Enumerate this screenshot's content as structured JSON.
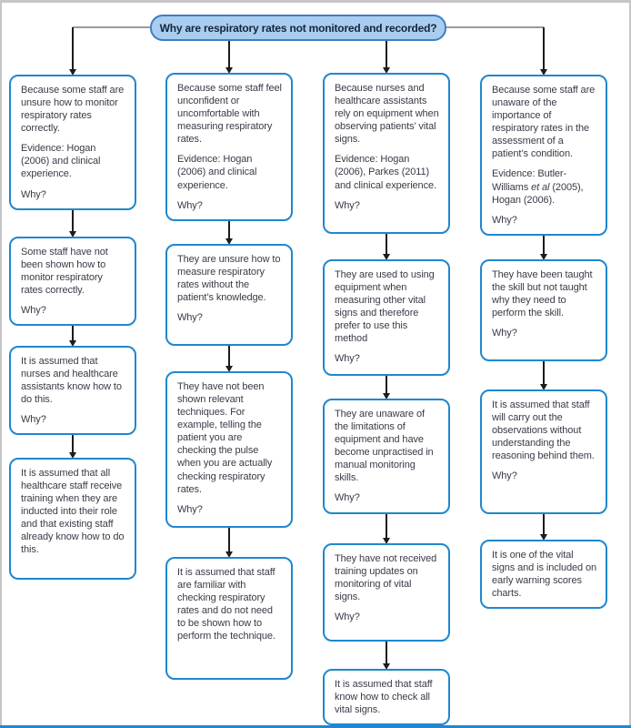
{
  "title": {
    "label": "Why are respiratory rates not monitored and recorded?"
  },
  "colors": {
    "box_border": "#1f87cf",
    "title_fill": "#a9cdef",
    "title_border": "#3d7fc1",
    "title_text": "#14253e",
    "body_text": "#3a3a48",
    "arrow_black": "#1c1c1c",
    "connector_gray": "#9b9b9b",
    "frame_gray": "#c6c6c6",
    "frame_bottom_blue": "#1f87cf"
  },
  "columns": [
    {
      "boxes": [
        {
          "paragraphs": [
            "Because some staff are unsure how to monitor respiratory rates correctly.",
            "Evidence: Hogan (2006) and clinical experience.",
            "Why?"
          ]
        },
        {
          "paragraphs": [
            "Some staff have not been shown how to monitor respiratory rates correctly.",
            "Why?"
          ]
        },
        {
          "paragraphs": [
            "It is assumed that nurses and healthcare assistants know how to do this.",
            "Why?"
          ]
        },
        {
          "paragraphs": [
            "It is assumed that all healthcare staff receive training when they are inducted into their role and that existing staff already know how to do this."
          ]
        }
      ]
    },
    {
      "boxes": [
        {
          "paragraphs": [
            "Because some staff feel unconfident or uncomfortable with measuring respiratory rates.",
            "Evidence: Hogan (2006) and clinical experience.",
            "Why?"
          ]
        },
        {
          "paragraphs": [
            "They are unsure how to measure respiratory rates without the patient’s knowledge.",
            "Why?"
          ]
        },
        {
          "paragraphs": [
            "They have not been shown relevant techniques. For example, telling the patient you are checking the pulse when you are actually checking respiratory rates.",
            "Why?"
          ]
        },
        {
          "paragraphs": [
            "It is assumed that staff are familiar with checking respiratory rates and do not need to be shown how to perform the technique."
          ]
        }
      ]
    },
    {
      "boxes": [
        {
          "paragraphs": [
            "Because nurses and healthcare assistants rely on equipment when observing patients’ vital signs.",
            "Evidence: Hogan (2006), Parkes (2011) and clinical experience.",
            "Why?"
          ]
        },
        {
          "paragraphs": [
            "They are used to using equipment when measuring other vital signs and therefore prefer to use this method",
            "Why?"
          ]
        },
        {
          "paragraphs": [
            "They are unaware of the limitations of equipment and have become unpractised in manual monitoring skills.",
            "Why?"
          ]
        },
        {
          "paragraphs": [
            "They have not received training updates on monitoring of vital signs.",
            "Why?"
          ]
        },
        {
          "paragraphs": [
            "It is assumed that staff know how to check all vital signs."
          ]
        }
      ]
    },
    {
      "boxes": [
        {
          "paragraphs": [
            "Because some staff are unaware of the importance of respiratory rates in the assessment of a patient’s condition.",
            "Evidence: Butler-Williams *et al* (2005), Hogan (2006).",
            "Why?"
          ]
        },
        {
          "paragraphs": [
            "They have been taught the skill but not taught why they need to perform the skill.",
            "Why?"
          ]
        },
        {
          "paragraphs": [
            "It is assumed that staff will carry out the observations without understanding the reasoning behind them.",
            "Why?"
          ]
        },
        {
          "paragraphs": [
            "It is one of the vital signs and is included on early warning scores charts."
          ]
        }
      ]
    }
  ]
}
